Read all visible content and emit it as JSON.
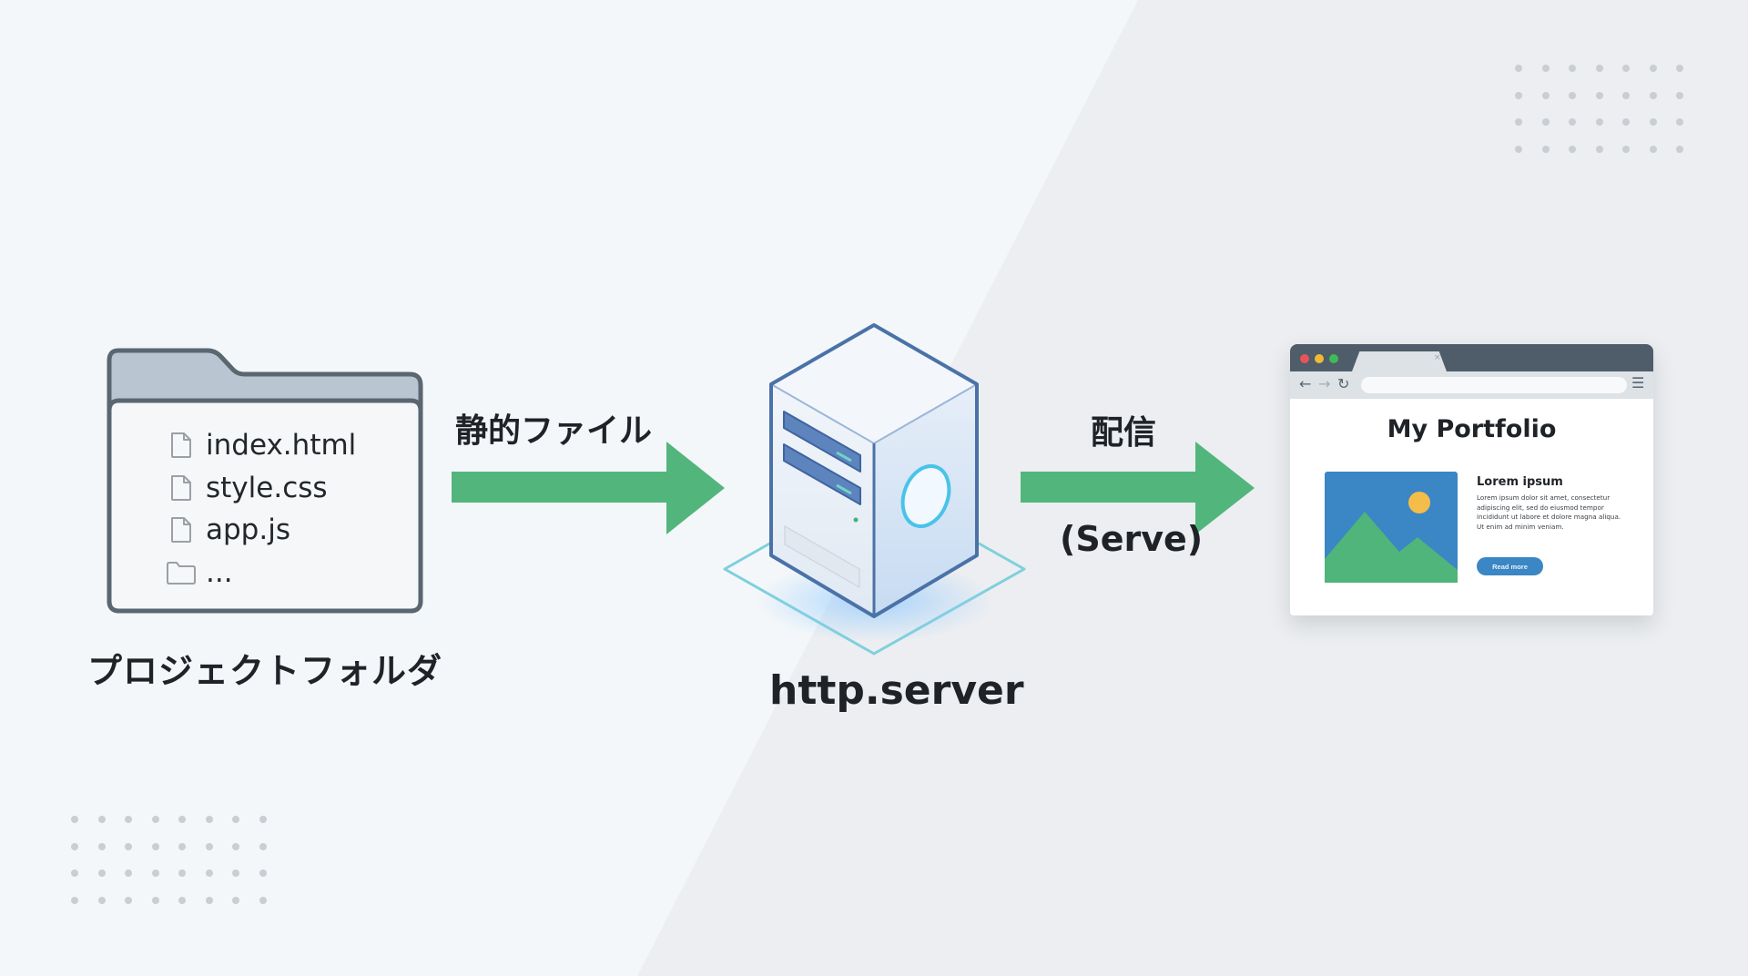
{
  "colors": {
    "background_light": "#f4f7f9",
    "background_dark": "#eceef1",
    "arrow_green": "#52b67c",
    "outline_dark": "#5a6670",
    "server_blue": "#4a72a8",
    "platform_cyan": "#7fd0dc",
    "browser_tabbar": "#4e5d69",
    "accent_blue": "#3b86c4"
  },
  "folder": {
    "label": "プロジェクトフォルダ",
    "files": [
      {
        "name": "index.html",
        "icon": "file-icon"
      },
      {
        "name": "style.css",
        "icon": "file-icon"
      },
      {
        "name": "app.js",
        "icon": "file-icon"
      },
      {
        "name": "...",
        "icon": "folder-icon"
      }
    ]
  },
  "arrows": {
    "static_files": {
      "label": "静的ファイル"
    },
    "serve": {
      "label_top": "配信",
      "label_bottom": "(Serve)"
    }
  },
  "server": {
    "label": "http.server"
  },
  "browser": {
    "traffic_lights": [
      "#e8545a",
      "#f2b935",
      "#3dbb55"
    ],
    "tab_close": "×",
    "nav": {
      "back": "←",
      "forward": "→",
      "reload": "↻",
      "menu": "☰"
    },
    "page": {
      "title": "My Portfolio",
      "card_heading": "Lorem ipsum",
      "card_body": "Lorem ipsum dolor sit amet, consectetur adipiscing elit, sed do eiusmod tempor incididunt ut labore et dolore magna aliqua. Ut enim ad minim veniam.",
      "button_label": "Read more"
    }
  },
  "decor": {
    "dot_grid_top_right": {
      "cols": 7,
      "rows": 4
    },
    "dot_grid_bottom_left": {
      "cols": 8,
      "rows": 4
    }
  }
}
